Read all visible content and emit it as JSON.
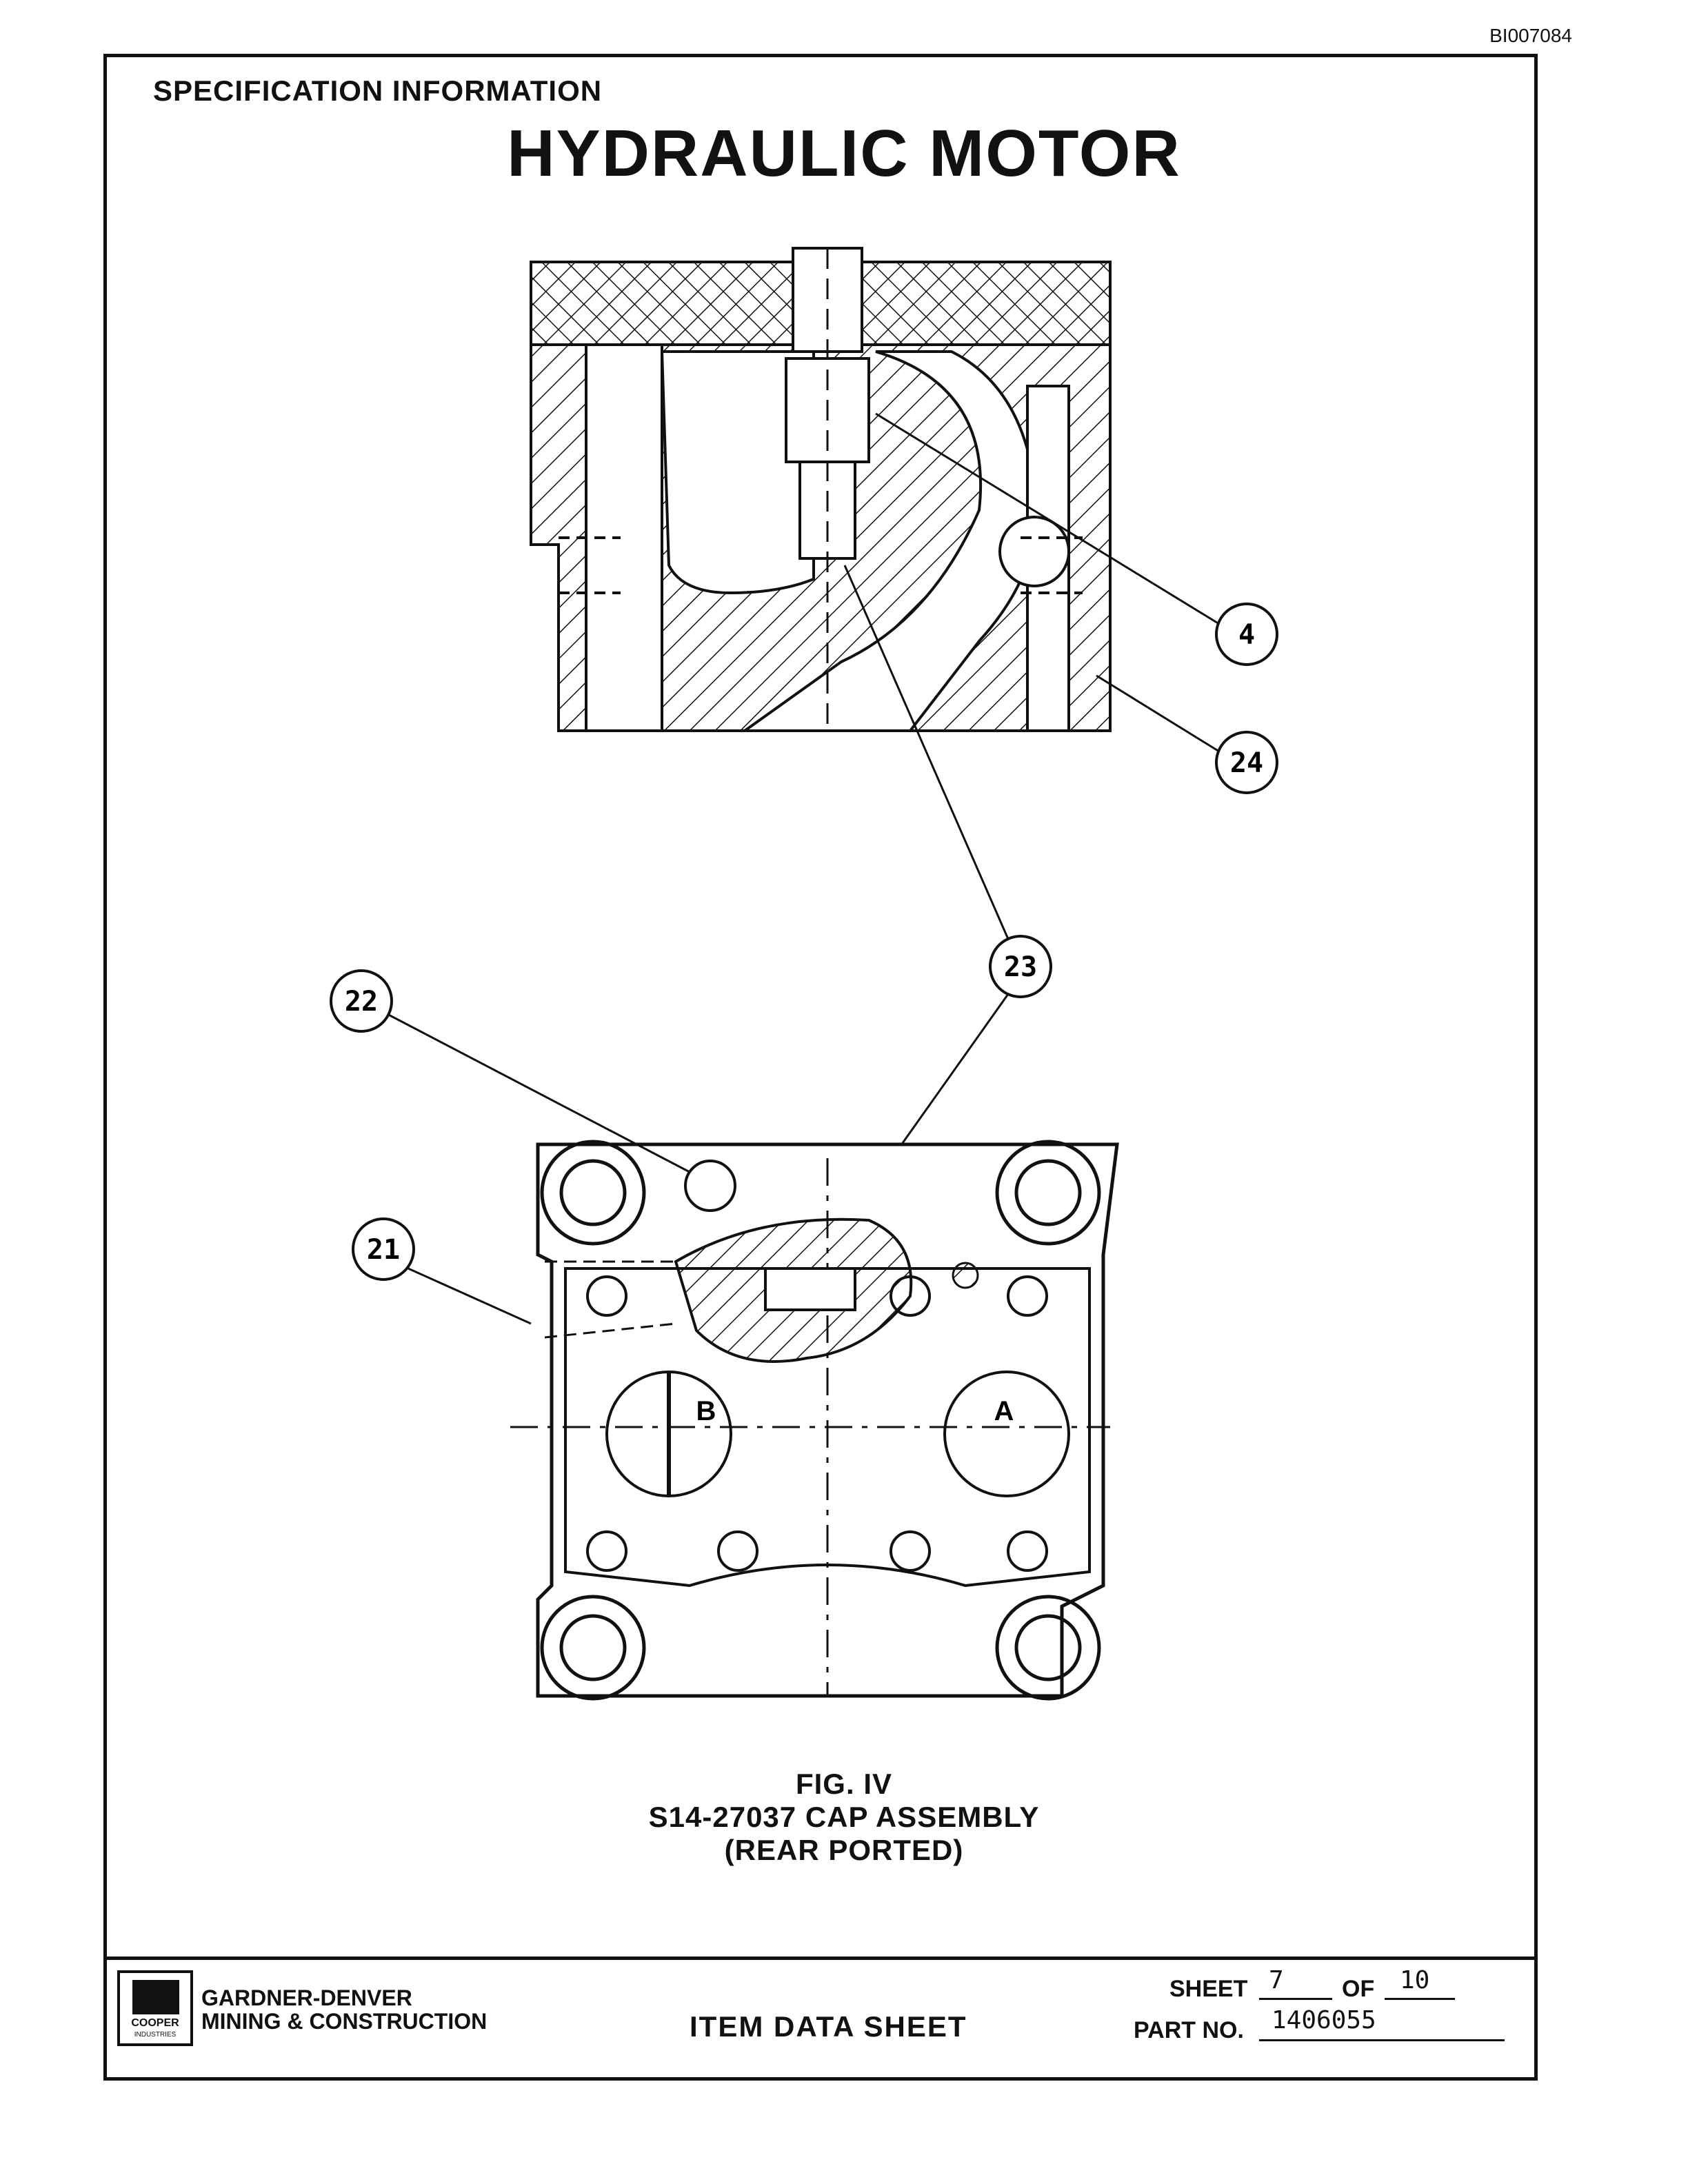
{
  "doc_id": "BI007084",
  "header": {
    "section": "SPECIFICATION INFORMATION",
    "title": "HYDRAULIC MOTOR"
  },
  "callouts": [
    "4",
    "24",
    "23",
    "22",
    "21"
  ],
  "port_labels": {
    "a": "A",
    "b": "B"
  },
  "figure": {
    "label": "FIG. IV",
    "name": "S14-27037 CAP ASSEMBLY",
    "note": "(REAR PORTED)"
  },
  "footer": {
    "logo_text": "COOPER",
    "logo_sub": "INDUSTRIES",
    "company_line1": "GARDNER-DENVER",
    "company_line2": "MINING & CONSTRUCTION",
    "sheet_type": "ITEM DATA SHEET",
    "sheet_label": "SHEET",
    "sheet_number": "7",
    "of_label": "OF",
    "sheet_total": "10",
    "part_label": "PART NO.",
    "part_number": "1406055"
  }
}
